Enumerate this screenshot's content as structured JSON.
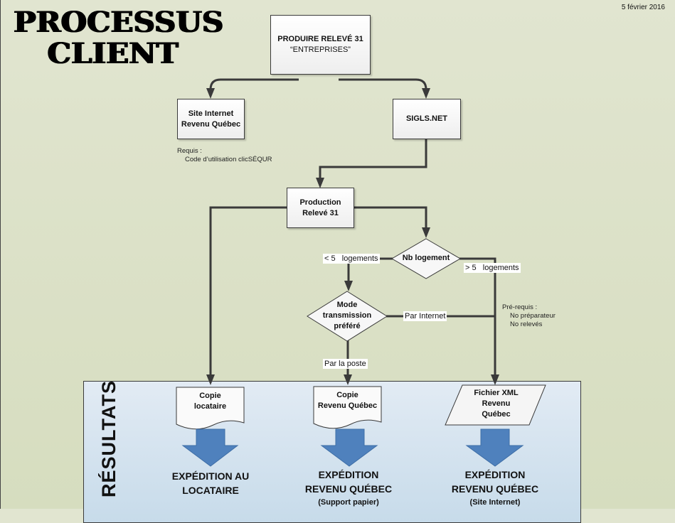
{
  "title": {
    "line1": "PROCESSUS",
    "line2": "CLIENT"
  },
  "date": "5 février 2016",
  "nodes": {
    "start": {
      "line1": "PRODUIRE RELEVÉ 31",
      "line2": "“ENTREPRISES”"
    },
    "site_internet": {
      "line1": "Site Internet",
      "line2": "Revenu Québec"
    },
    "sigls": {
      "label": "SIGLS.NET"
    },
    "production": {
      "line1": "Production",
      "line2": "Relevé 31"
    },
    "nb_logement": {
      "label": "Nb logement"
    },
    "mode_transmission": {
      "line1": "Mode",
      "line2": "transmission",
      "line3": "préféré"
    }
  },
  "notes": {
    "requis": {
      "title": "Requis :",
      "item": "Code d’utilisation clicSÉQUR"
    },
    "prerequis": {
      "title": "Pré-requis :",
      "items": [
        "No préparateur",
        "No relevés"
      ]
    }
  },
  "edge_labels": {
    "less_5": "< 5   logements",
    "more_5": "> 5   logements",
    "par_internet": "Par Internet",
    "par_poste": "Par la poste"
  },
  "results": {
    "section_label": "RÉSULTATS",
    "outputs": [
      {
        "doc_line1": "Copie",
        "doc_line2": "locataire",
        "exp_line1": "EXPÉDITION AU",
        "exp_line2": "LOCATAIRE",
        "exp_sub": ""
      },
      {
        "doc_line1": "Copie",
        "doc_line2": "Revenu Québec",
        "exp_line1": "EXPÉDITION",
        "exp_line2": "REVENU QUÉBEC",
        "exp_sub": "(Support papier)"
      },
      {
        "doc_line1": "Fichier XML",
        "doc_line2": "Revenu",
        "doc_line3": "Québec",
        "exp_line1": "EXPÉDITION",
        "exp_line2": "REVENU QUÉBEC",
        "exp_sub": "(Site Internet)"
      }
    ]
  },
  "colors": {
    "arrow_blue": "#4f81bd",
    "line": "#3a3a3a",
    "background": "#dde2c9",
    "results_bg": "#d3e2ef"
  }
}
